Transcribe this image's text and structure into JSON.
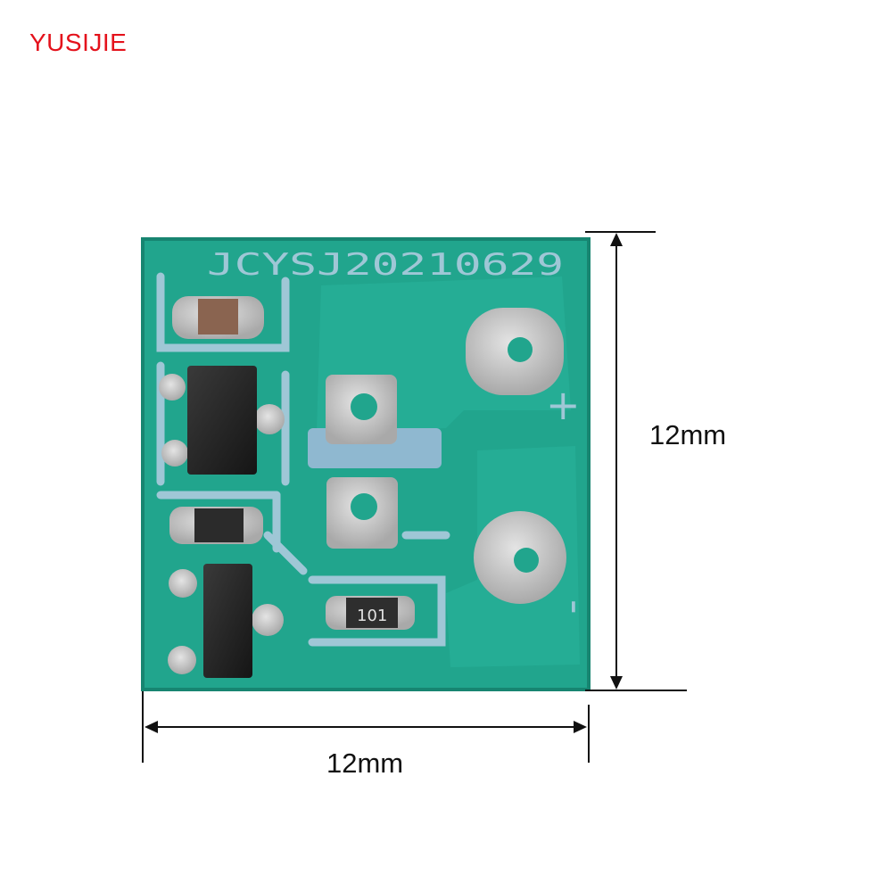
{
  "brand": {
    "name": "YUSIJIE",
    "color": "#e4121c"
  },
  "board": {
    "silkscreen_code": "JCYSJ20210629",
    "resistor_marking": "101",
    "label_plus": "+",
    "label_minus": "-",
    "pcb_color": "#21a58d",
    "pad_color": "#c9c9c9"
  },
  "dimensions": {
    "width_label": "12mm",
    "height_label": "12mm"
  }
}
